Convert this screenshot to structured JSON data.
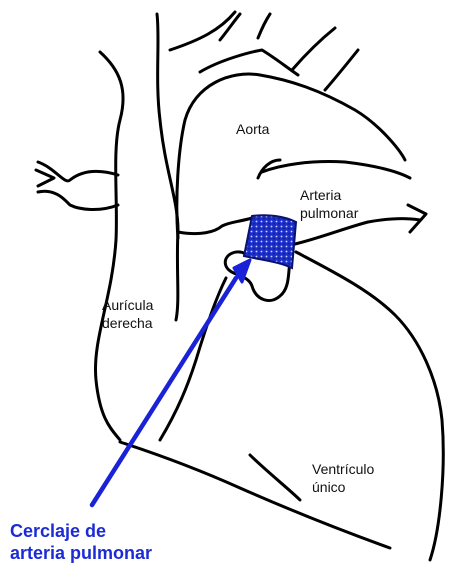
{
  "labels": {
    "aorta": "Aorta",
    "pulmonary_artery_line1": "Arteria",
    "pulmonary_artery_line2": "pulmonar",
    "atrium_line1": "Aurícula",
    "atrium_line2": "derecha",
    "ventricle_line1": "Ventrículo",
    "ventricle_line2": "único",
    "band_line1": "Cerclaje de",
    "band_line2": "arteria pulmonar"
  },
  "colors": {
    "outline": "#000000",
    "band_fill": "#1d2fc9",
    "band_callout": "#1c2bd6",
    "arrow": "#1a22d8"
  },
  "icons": {
    "arrow": "arrow-up-right-icon"
  }
}
